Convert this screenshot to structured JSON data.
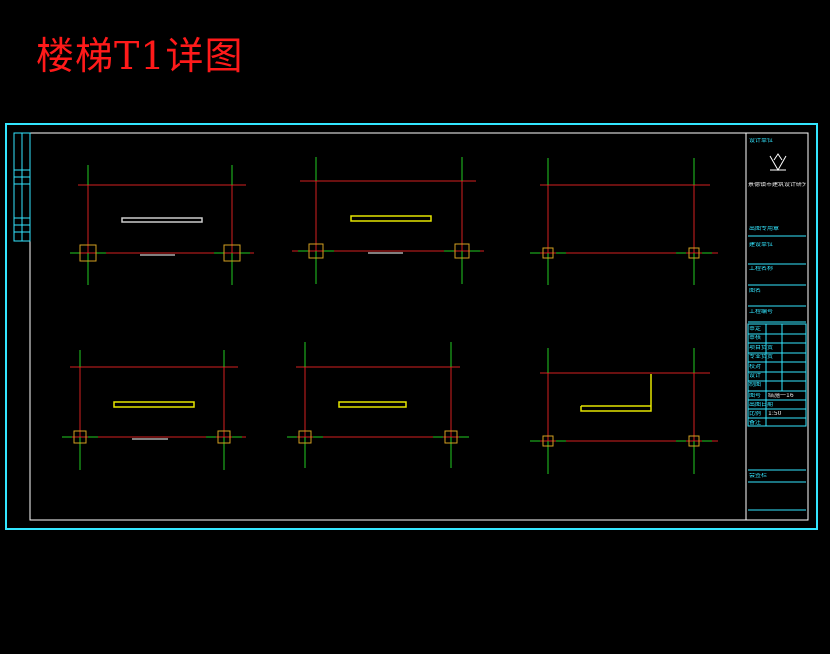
{
  "title": "楼梯T1详图",
  "colors": {
    "title": "#ff1a1a",
    "frame": "#33e6ff",
    "border": "#ffffff",
    "axis_red": "#d42020",
    "axis_green": "#22cc22",
    "beam_yellow": "#e6e600",
    "column": "#d4a020",
    "background": "#000000"
  },
  "title_block": {
    "design_unit_label": "设计单位",
    "company_name": "景德镇市建筑设计研究院有限公司",
    "approval_label": "出图专用章",
    "client_label": "建设单位",
    "project_label": "工程名称",
    "drawing_label": "图名",
    "project_no_label": "工程编号",
    "sign_rows": [
      "审定",
      "审核",
      "项目负责",
      "专业负责",
      "校对",
      "设计",
      "制图"
    ],
    "drawing_no_label": "图号",
    "drawing_no_value": "结施一16",
    "date_label": "出图日期",
    "scale_label": "比例",
    "scale_value": "1:50",
    "remark_label": "备注",
    "note_label": "会签栏"
  }
}
